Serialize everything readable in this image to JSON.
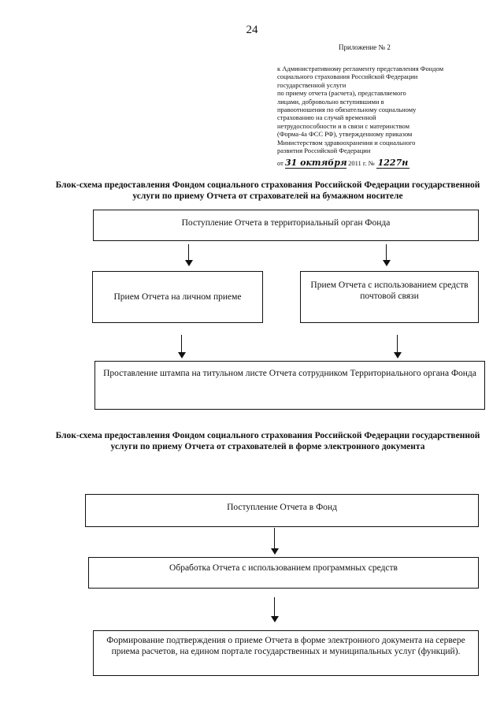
{
  "page_number": "24",
  "appendix": {
    "title": "Приложение № 2",
    "lines": [
      "к Административному регламенту представления Фондом",
      "социального страхования Российской Федерации",
      "государственной услуги",
      "по приему отчета (расчета), представляемого",
      "лицами, добровольно вступившими в",
      "правоотношения по обязательному социальному",
      "страхованию на случай временной",
      "нетрудоспособности и в связи с материнством",
      "(Форма-4а ФСС РФ), утвержденному приказом",
      "Министерством здравоохранения и социального",
      "развития Российской Федерации"
    ],
    "from_label": "от",
    "date_handwritten": "31 октября",
    "year_text": "2011 г. №",
    "number_handwritten": "1227н"
  },
  "flowchart1": {
    "heading": "Блок-схема предоставления Фондом социального страхования Российской Федерации государственной услуги по приему Отчета от страхователей на бумажном носителе",
    "box_top": "Поступление Отчета в территориальный орган Фонда",
    "box_left": "Прием  Отчета на личном приеме",
    "box_right": "Прием Отчета с использованием средств почтовой связи",
    "box_bottom": "Проставление штампа на титульном листе Отчета сотрудником Территориального органа Фонда"
  },
  "flowchart2": {
    "heading": "Блок-схема предоставления Фондом социального страхования Российской Федерации государственной услуги по приему Отчета от страхователей в форме электронного документа",
    "box1": "Поступление Отчета в Фонд",
    "box2": "Обработка Отчета с использованием программных средств",
    "box3": "Формирование подтверждения о приеме Отчета в форме электронного документа на сервере приема расчетов, на едином портале государственных и муниципальных услуг (функций)."
  }
}
